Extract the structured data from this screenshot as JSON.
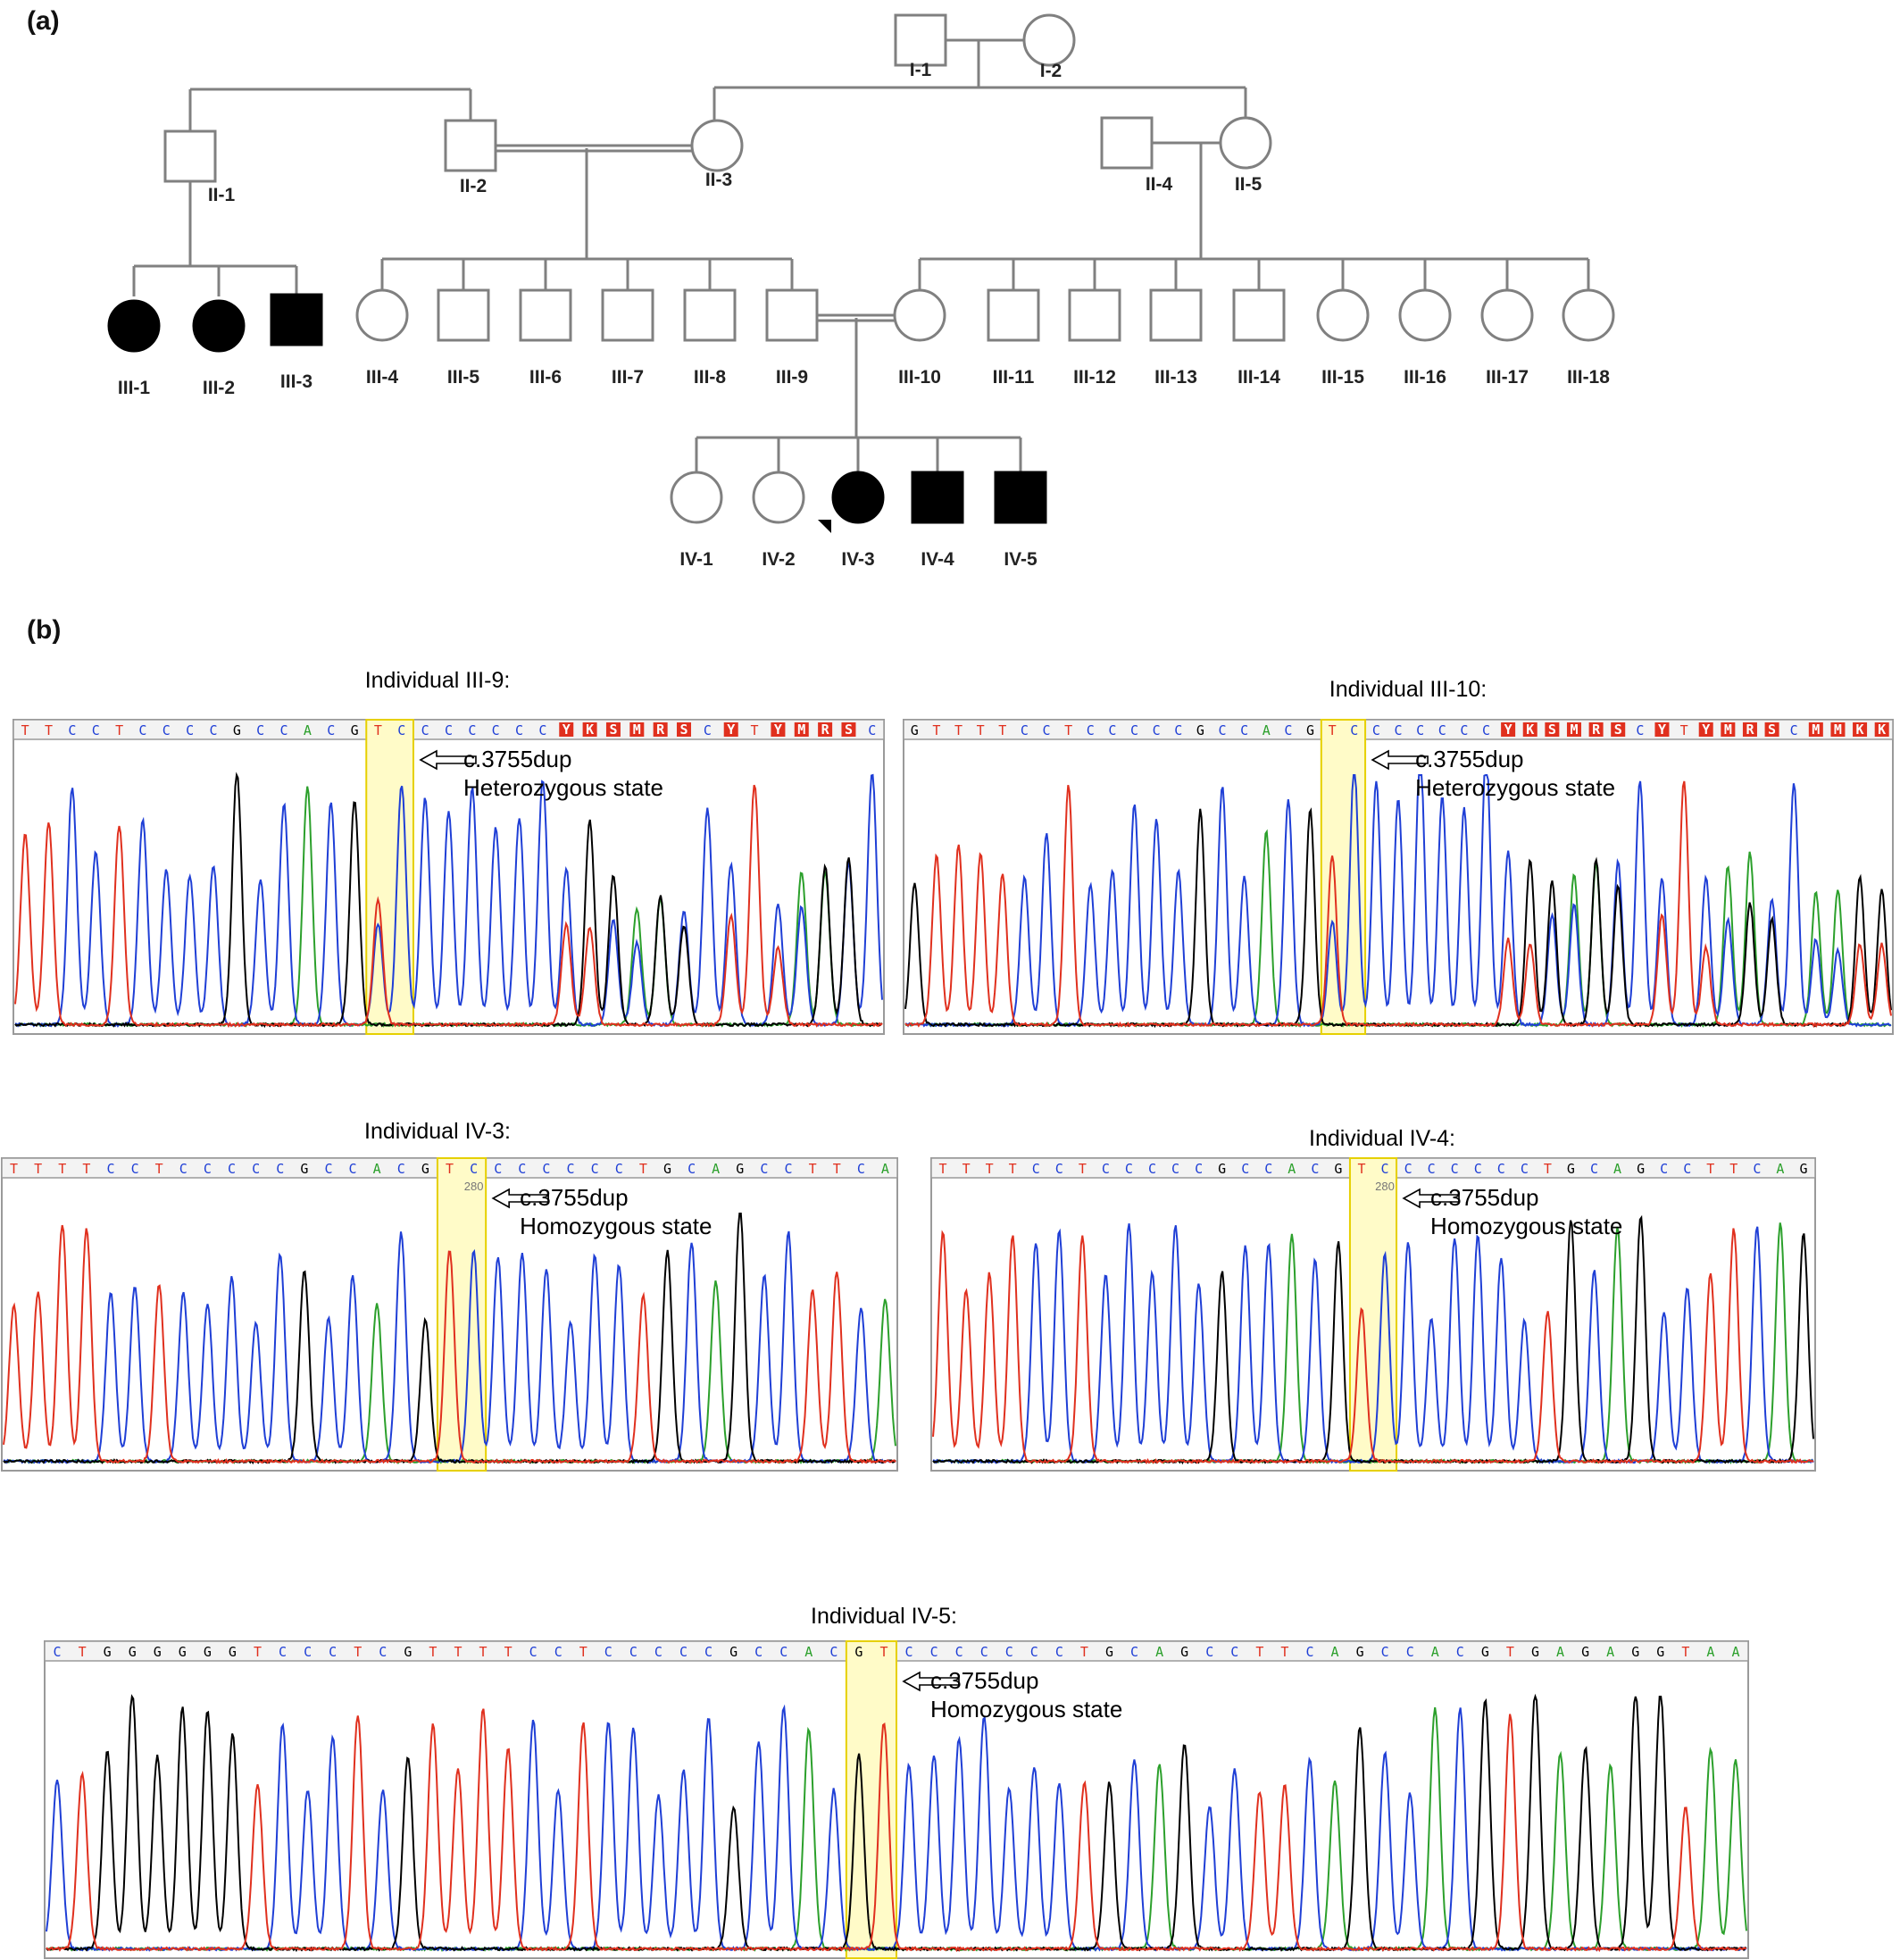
{
  "panels": {
    "a": "(a)",
    "b": "(b)"
  },
  "pedigree": {
    "individuals": [
      {
        "id": "I-1",
        "sex": "male",
        "affected": false
      },
      {
        "id": "I-2",
        "sex": "female",
        "affected": false
      },
      {
        "id": "II-1",
        "sex": "male",
        "affected": false
      },
      {
        "id": "II-2",
        "sex": "male",
        "affected": false
      },
      {
        "id": "II-3",
        "sex": "female",
        "affected": false
      },
      {
        "id": "II-4",
        "sex": "male",
        "affected": false
      },
      {
        "id": "II-5",
        "sex": "female",
        "affected": false
      },
      {
        "id": "III-1",
        "sex": "female",
        "affected": true
      },
      {
        "id": "III-2",
        "sex": "female",
        "affected": true
      },
      {
        "id": "III-3",
        "sex": "male",
        "affected": true
      },
      {
        "id": "III-4",
        "sex": "female",
        "affected": false
      },
      {
        "id": "III-5",
        "sex": "male",
        "affected": false
      },
      {
        "id": "III-6",
        "sex": "male",
        "affected": false
      },
      {
        "id": "III-7",
        "sex": "male",
        "affected": false
      },
      {
        "id": "III-8",
        "sex": "male",
        "affected": false
      },
      {
        "id": "III-9",
        "sex": "male",
        "affected": false
      },
      {
        "id": "III-10",
        "sex": "female",
        "affected": false
      },
      {
        "id": "III-11",
        "sex": "male",
        "affected": false
      },
      {
        "id": "III-12",
        "sex": "male",
        "affected": false
      },
      {
        "id": "III-13",
        "sex": "male",
        "affected": false
      },
      {
        "id": "III-14",
        "sex": "male",
        "affected": false
      },
      {
        "id": "III-15",
        "sex": "female",
        "affected": false
      },
      {
        "id": "III-16",
        "sex": "female",
        "affected": false
      },
      {
        "id": "III-17",
        "sex": "female",
        "affected": false
      },
      {
        "id": "III-18",
        "sex": "female",
        "affected": false
      },
      {
        "id": "IV-1",
        "sex": "female",
        "affected": false
      },
      {
        "id": "IV-2",
        "sex": "female",
        "affected": false
      },
      {
        "id": "IV-3",
        "sex": "female",
        "affected": true,
        "proband": true
      },
      {
        "id": "IV-4",
        "sex": "male",
        "affected": true
      },
      {
        "id": "IV-5",
        "sex": "male",
        "affected": true
      }
    ]
  },
  "colors": {
    "A": "#2ca02c",
    "C": "#1f3fd6",
    "G": "#000000",
    "T": "#e0301e",
    "N": "#e0301e",
    "highlight": "#fffbc8",
    "highlight_border": "#e6d000",
    "pedigree_line": "#808080"
  },
  "traces": [
    {
      "title": "Individual III-9:",
      "sequence": "TTCCTCCCCGCCACGTCCCCCCCYKSMRSCYTYMRSC",
      "highlight": [
        15,
        16
      ],
      "tick": "",
      "annotation": [
        "c.3755dup",
        "Heterozygous state"
      ],
      "zygosity": "heterozygous"
    },
    {
      "title": "Individual III-10:",
      "sequence": "GTTTTCCTCCCCCGCCACGTCCCCCCCYKSMRSCYTYMRSCMMKK",
      "highlight": [
        19,
        20
      ],
      "tick": "",
      "annotation": [
        "c.3755dup",
        "Heterozygous state"
      ],
      "zygosity": "heterozygous"
    },
    {
      "title": "Individual IV-3:",
      "sequence": "TTTTCCTCCCCCGCCACGTCCCCCCCTGCAGCCTTCA",
      "highlight": [
        18,
        19
      ],
      "tick": "280",
      "annotation": [
        "c.3755dup",
        "Homozygous state"
      ],
      "zygosity": "homozygous"
    },
    {
      "title": "Individual IV-4:",
      "sequence": "TTTTCCTCCCCCGCCACGTCCCCCCCTGCAGCCTTCAG",
      "highlight": [
        18,
        19
      ],
      "tick": "280",
      "annotation": [
        "c.3755dup",
        "Homozygous state"
      ],
      "zygosity": "homozygous"
    },
    {
      "title": "Individual IV-5:",
      "sequence": "CTGGGGGGTCCCTCGTTTTCCTCCCCCGCCACGTCCCCCCCTGCAGCCTTCAGCCACGTGAGAGGTAA",
      "highlight": [
        32,
        33
      ],
      "tick": "",
      "annotation": [
        "c.3755dup",
        "Homozygous state"
      ],
      "zygosity": "homozygous"
    }
  ]
}
